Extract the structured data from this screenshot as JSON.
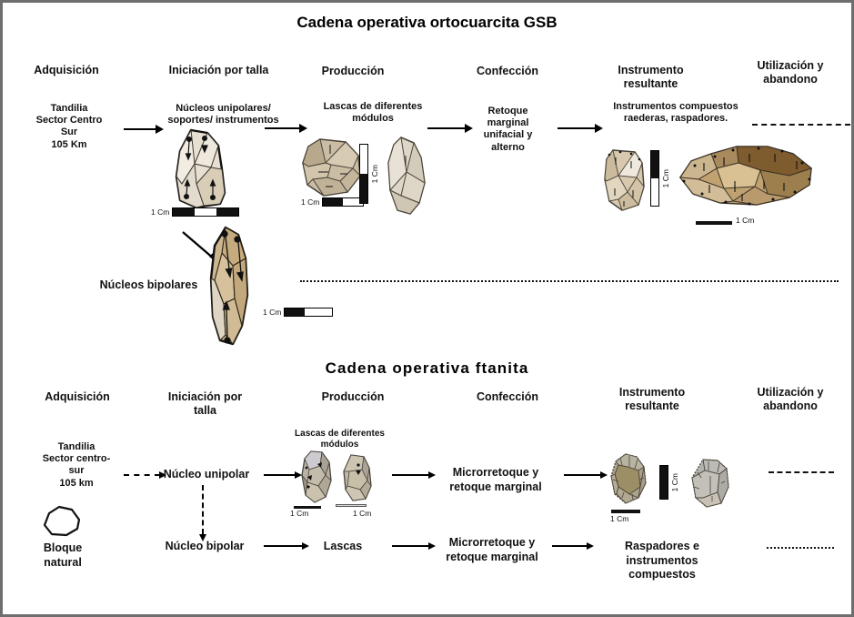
{
  "figure": {
    "section1_title": "Cadena operativa ortocuarcita GSB",
    "section2_title": "Cadena operativa ftanita"
  },
  "section1": {
    "headers": [
      {
        "label": "Adquisición"
      },
      {
        "label": "Iniciación por talla"
      },
      {
        "label": "Producción"
      },
      {
        "label": "Confección"
      },
      {
        "label": "Instrumento resultante"
      },
      {
        "label": "Utilización y abandono"
      }
    ],
    "nodes": {
      "acquisition": "Tandilia\nSector Centro\nSur\n105 Km",
      "initiation": "Núcleos unipolares/\nsoportes/ instrumentos",
      "production": "Lascas de diferentes\nmódulos",
      "confection": "Retoque\nmarginal\nunifacial y\nalterno",
      "instrument": "Instrumentos compuestos\nraederas, raspadores.",
      "bipolar": "Núcleos bipolares"
    },
    "scales": {
      "core_scale": "1 Cm",
      "flake_scale": "1 Cm",
      "flake_vscale": "1 Cm",
      "tool_vscale": "1 Cm",
      "tool_scale": "1 Cm",
      "bipolar_scale": "1 Cm"
    }
  },
  "section2": {
    "headers": [
      {
        "label": "Adquisición"
      },
      {
        "label": "Iniciación por talla"
      },
      {
        "label": "Producción"
      },
      {
        "label": "Confección"
      },
      {
        "label": "Instrumento resultante"
      },
      {
        "label": "Utilización y abandono"
      }
    ],
    "nodes": {
      "acquisition": "Tandilia\nSector centro-\nsur\n105 km",
      "block": "Bloque\nnatural",
      "unipolar_core": "Núcleo unipolar",
      "bipolar_core": "Núcleo bipolar",
      "production_label": "Lascas de diferentes\nmódulos",
      "production_row2": "Lascas",
      "confection_row1": "Microrretoque y\nretoque marginal",
      "confection_row2": "Microrretoque y\nretoque marginal",
      "instrument_row2": "Raspadores  e\ninstrumentos\ncompuestos"
    },
    "scales": {
      "flake1_scale": "1 Cm",
      "flake2_scale": "1 Cm",
      "scraper_scale": "1 Cm",
      "scraper_vscale": "1 Cm"
    }
  },
  "colors": {
    "frame": "#6e6e6e",
    "text": "#111111",
    "core_light": "#ded4c4",
    "core_cream": "#efe8dc",
    "bipolar_tan": "#cdb68f",
    "tool_brown": "#8b6a3c",
    "tool_tan": "#c9a977",
    "flake_beige": "#cbbfa8",
    "ftanita_gray": "#b6b3ad",
    "scraper_olive": "#a79d82"
  }
}
